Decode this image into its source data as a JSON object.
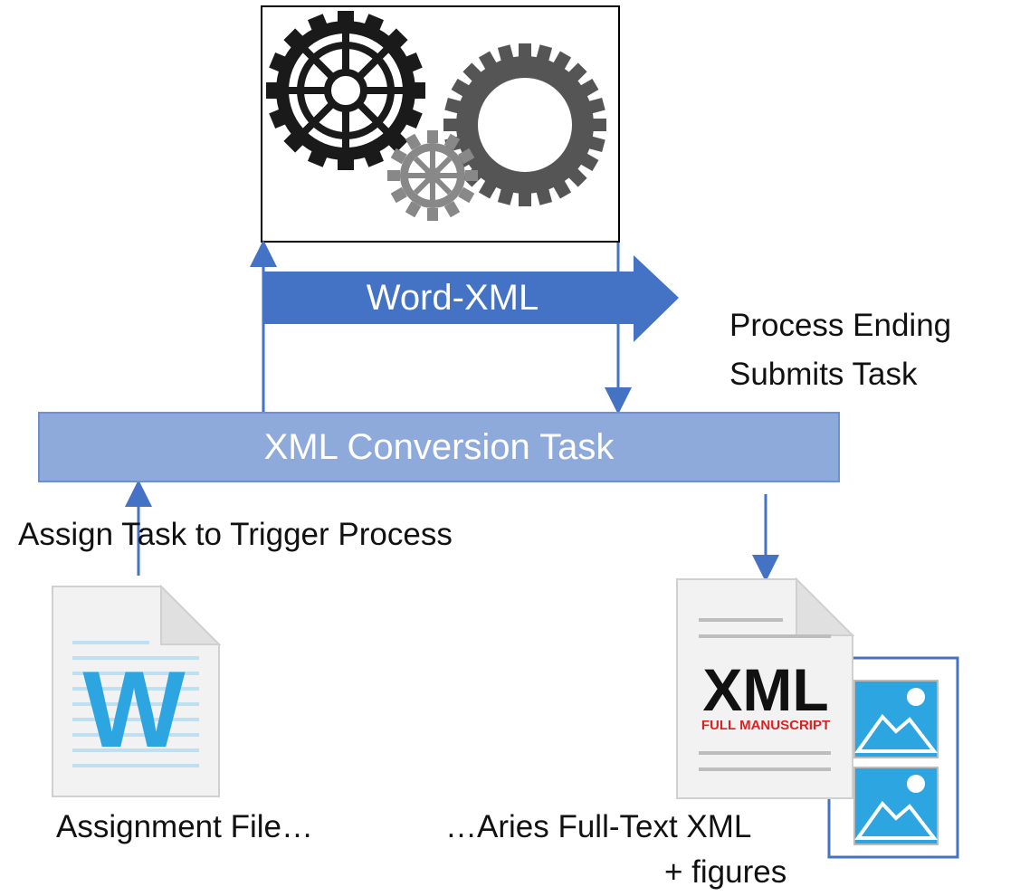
{
  "process_box_label": "Word-XML",
  "task_label": "XML Conversion Task",
  "end_note_line1": "Process Ending",
  "end_note_line2": "Submits Task",
  "assign_note": "Assign Task to Trigger Process",
  "input_file_label": "Assignment File…",
  "output_label_line1": "…Aries Full-Text XML",
  "output_label_line2": "+ figures",
  "word_icon_letter": "W",
  "xml_icon_title": "XML",
  "xml_icon_subtitle": "FULL MANUSCRIPT",
  "colors": {
    "arrow_blue": "#4472c4",
    "task_fill": "#8eaadb",
    "icon_blue": "#2ca5e0",
    "xml_red": "#e02020",
    "gear_dark": "#1a1a1a",
    "gear_mid": "#555555",
    "gear_light": "#888888"
  },
  "icons": [
    "gears-icon",
    "word-document-icon",
    "xml-document-icon",
    "image-icon"
  ]
}
